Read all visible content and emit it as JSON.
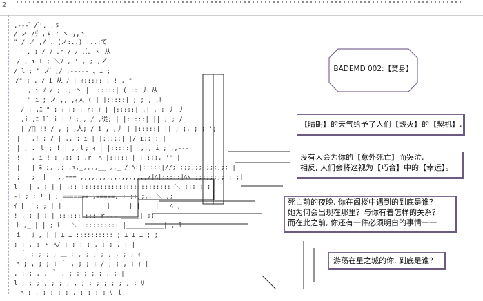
{
  "page_index": "2",
  "title_box": {
    "text": "BADEMD 002:【焚身】"
  },
  "caption_1": {
    "lines": [
      "【晴朗】的天气给予了人们【毁灭】的【契机】,"
    ]
  },
  "caption_2": {
    "lines": [
      "没有人会为你的【意外死亡】而哭泣,",
      "相反, 人们会将这视为【巧合】中的【幸运】。"
    ]
  },
  "caption_3": {
    "lines": [
      "死亡前的夜晚, 你在阁楼中遇到的到底是谁？",
      "她为何会出现在那里？与你有着怎样的关系？",
      "而在此之前, 你还有一件必须明白的事情一一"
    ]
  },
  "caption_4": {
    "lines": [
      "游荡在星之城的你, 到底是谁？"
    ]
  },
  "colors": {
    "frame": "#7e6a93",
    "frame_shadow": "#6c5a80",
    "art": "#2a2a2a"
  }
}
